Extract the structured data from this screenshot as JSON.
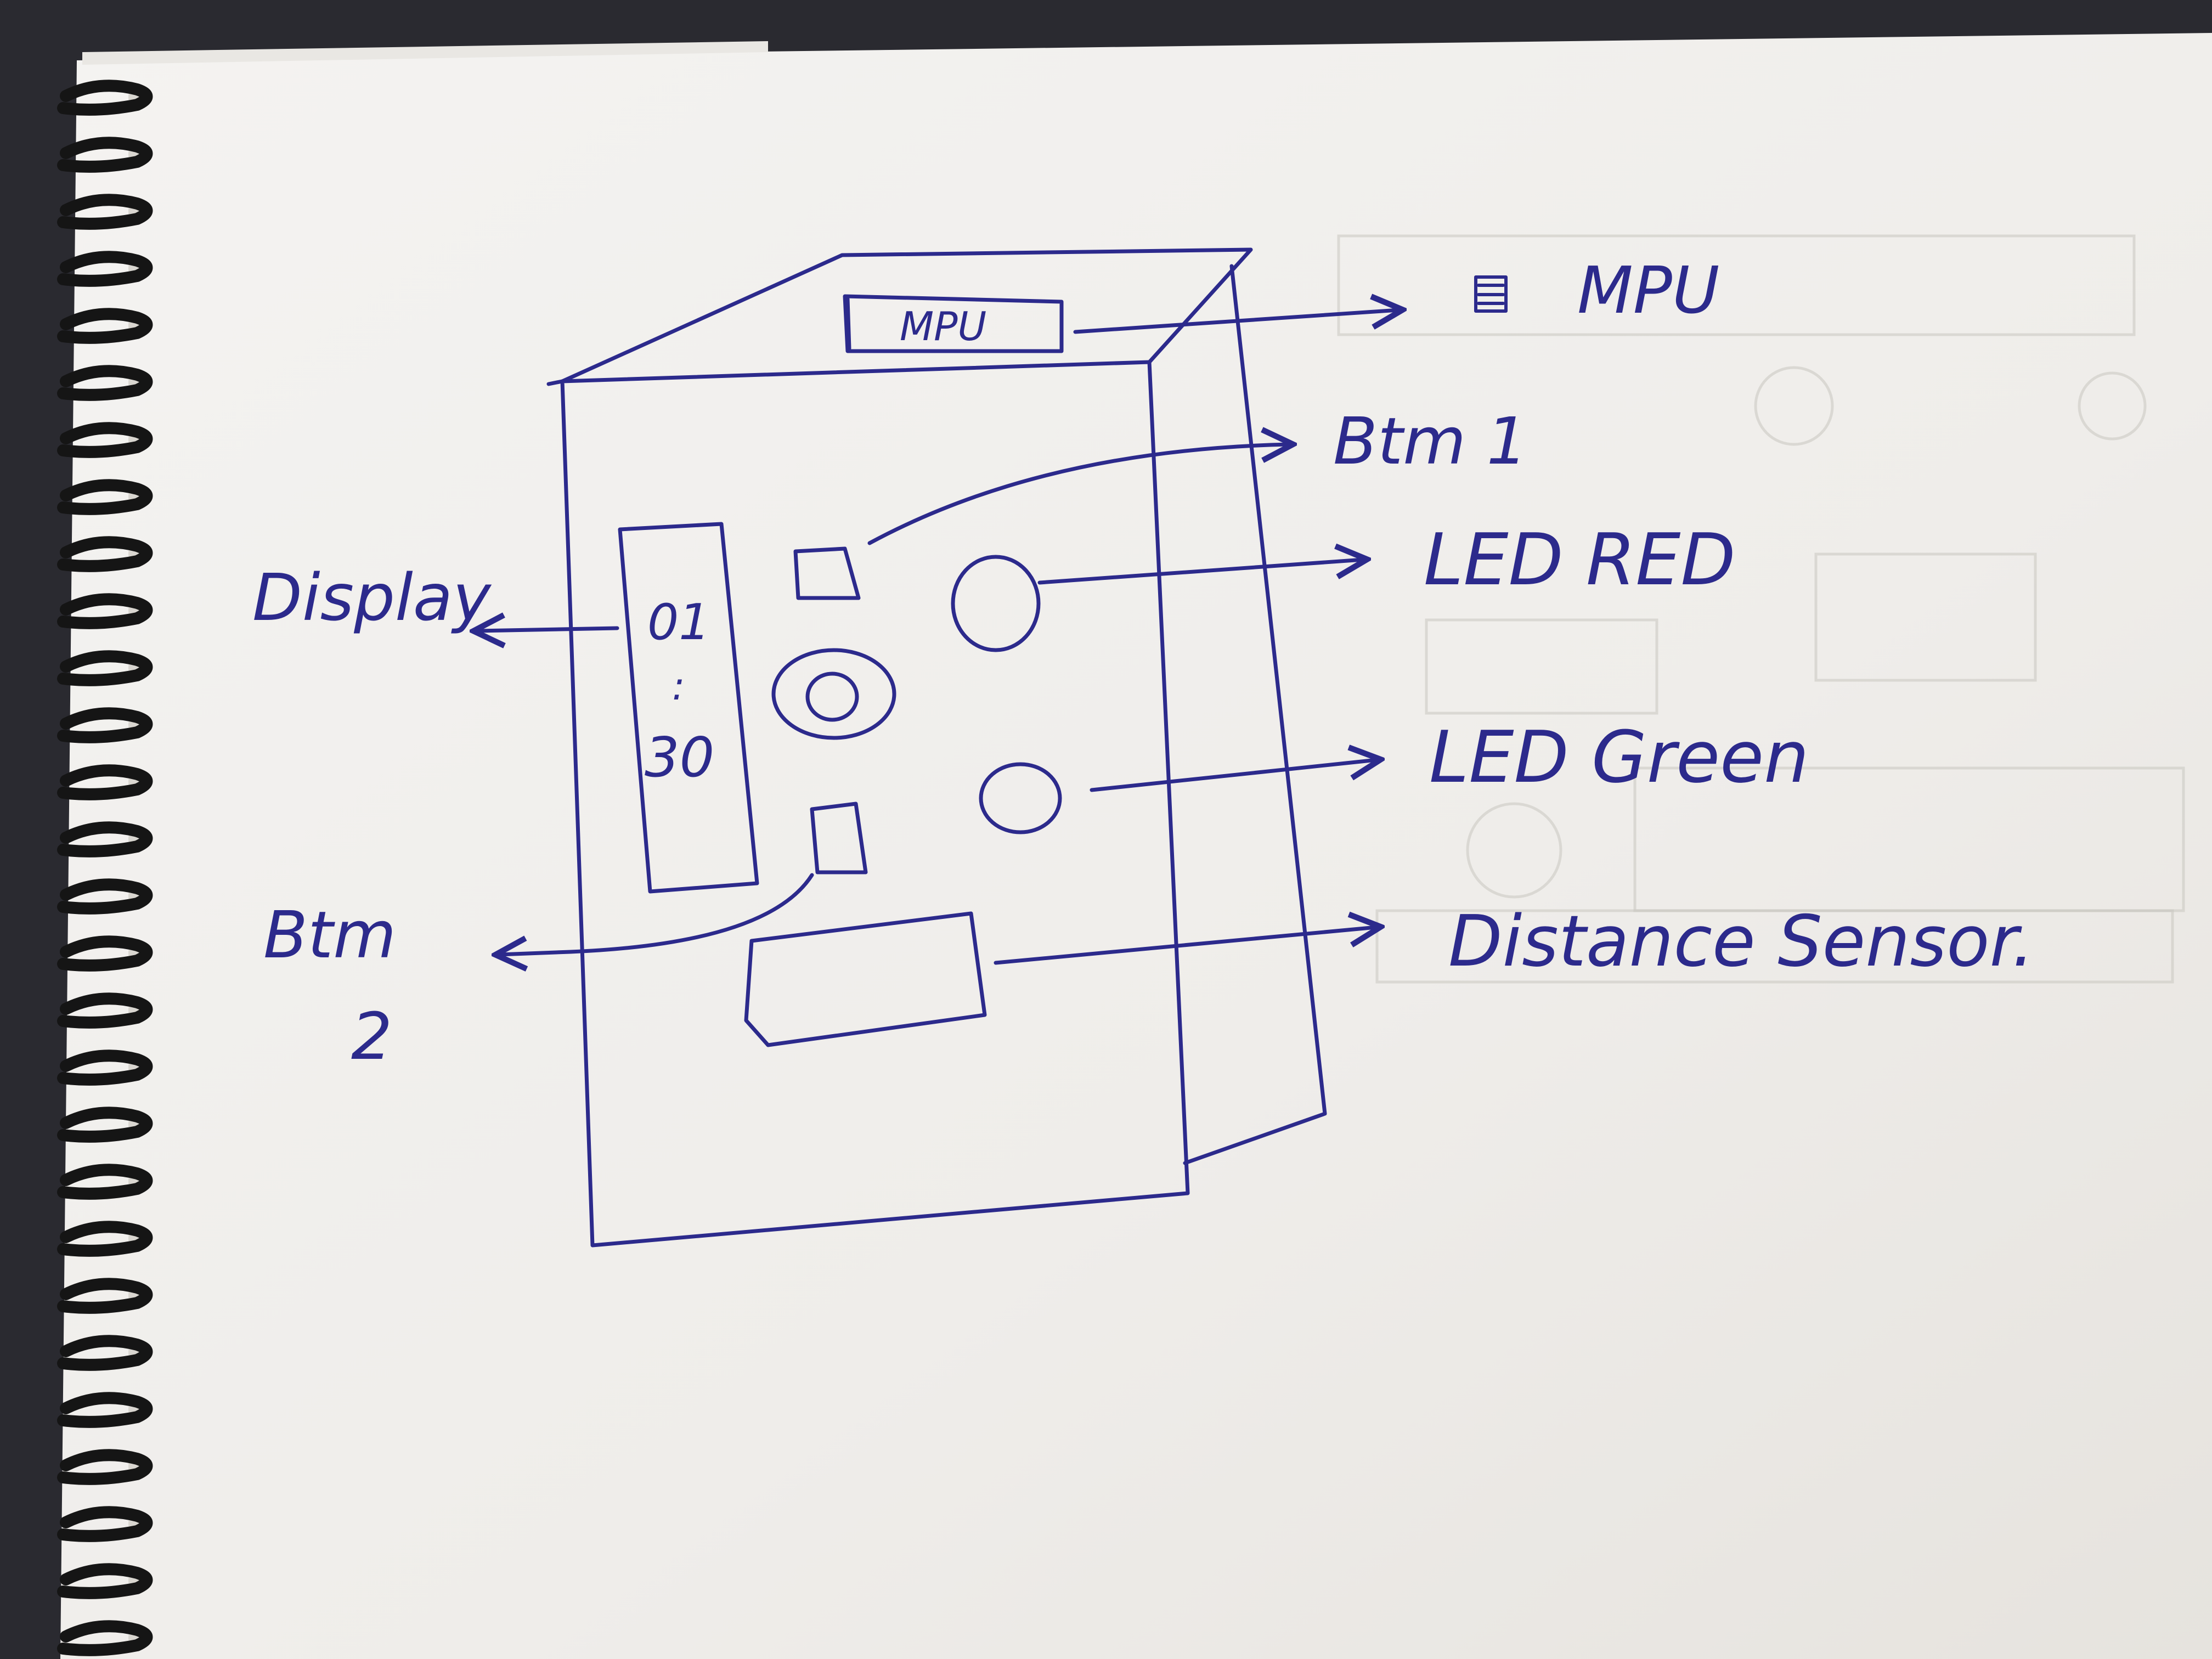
{
  "labels": {
    "mpu_box": "MPU",
    "mpu": "MPU",
    "btn1": "Btm 1",
    "led_red": "LED RED",
    "led_green": "LED Green",
    "distance_sensor": "Distance Sensor.",
    "display": "Display",
    "btn2_line1": "Btm",
    "btn2_line2": "2",
    "display_top": "01",
    "display_mid": ":",
    "display_bottom": "30"
  },
  "colors": {
    "ink": "#2c2a8c",
    "paper": "#f1efec",
    "ghost": "#c9c6c0",
    "spiral": "#151515",
    "background": "#2a2a30"
  }
}
